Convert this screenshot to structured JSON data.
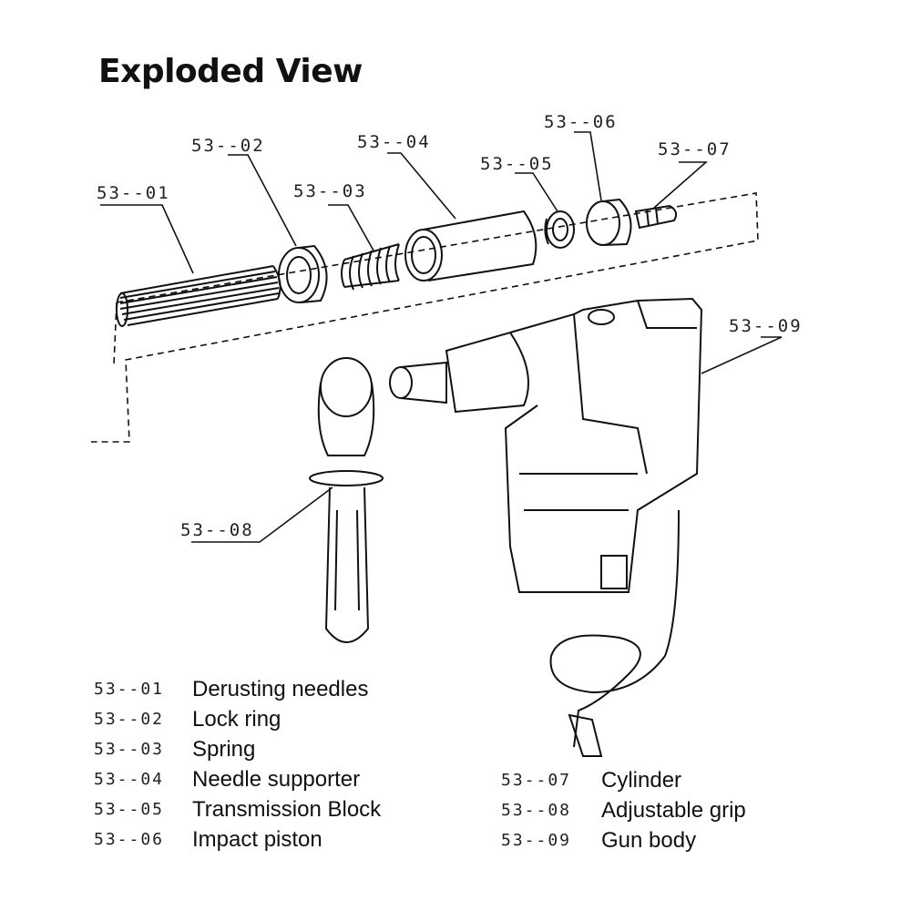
{
  "title": "Exploded View",
  "callouts": {
    "c01": "53--01",
    "c02": "53--02",
    "c03": "53--03",
    "c04": "53--04",
    "c05": "53--05",
    "c06": "53--06",
    "c07": "53--07",
    "c08": "53--08",
    "c09": "53--09"
  },
  "legend": [
    {
      "code": "53--01",
      "label": "Derusting needles"
    },
    {
      "code": "53--02",
      "label": "Lock ring"
    },
    {
      "code": "53--03",
      "label": "Spring"
    },
    {
      "code": "53--04",
      "label": "Needle supporter"
    },
    {
      "code": "53--05",
      "label": "Transmission Block"
    },
    {
      "code": "53--06",
      "label": "Impact piston"
    },
    {
      "code": "53--07",
      "label": "Cylinder"
    },
    {
      "code": "53--08",
      "label": "Adjustable grip"
    },
    {
      "code": "53--09",
      "label": "Gun body"
    }
  ]
}
